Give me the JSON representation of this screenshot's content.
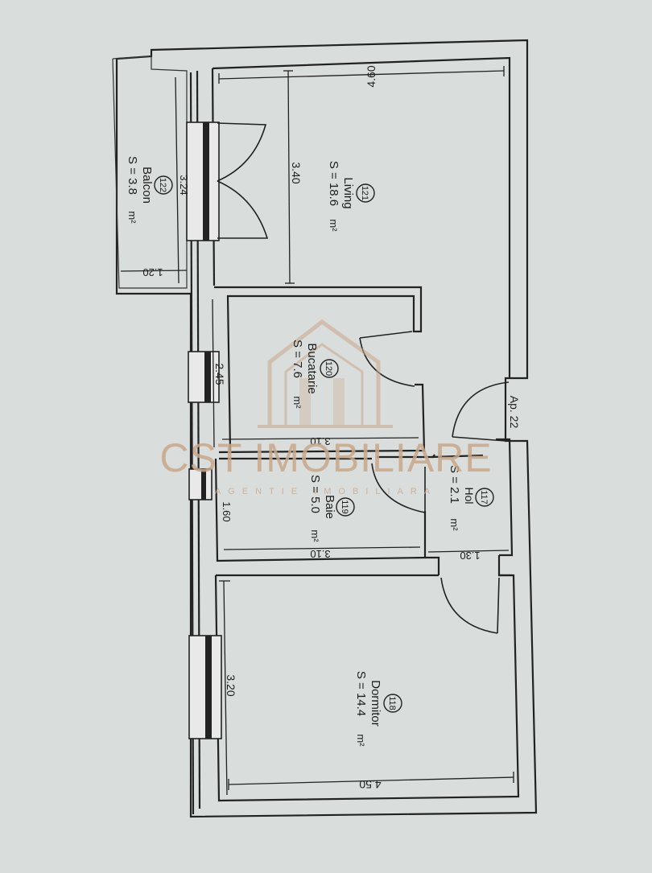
{
  "rooms": {
    "living": {
      "number": "121",
      "name": "Living",
      "area": "S = 18.6",
      "unit": "m²"
    },
    "balcon": {
      "number": "122",
      "name": "Balcon",
      "area": "S = 3.8",
      "unit": "m²"
    },
    "bucatarie": {
      "number": "120",
      "name": "Bucatarie",
      "area": "S = 7.6",
      "unit": "m²"
    },
    "baie": {
      "number": "119",
      "name": "Baie",
      "area": "S = 5.0",
      "unit": "m²"
    },
    "hol": {
      "number": "117",
      "name": "Hol",
      "area": "S = 2.1",
      "unit": "m²"
    },
    "dormitor": {
      "number": "118",
      "name": "Dormitor",
      "area": "S = 14.4",
      "unit": "m²"
    }
  },
  "dimensions": {
    "living_width": "4.60",
    "living_height": "3.40",
    "balcon_height": "3.24",
    "balcon_width": "1.20",
    "bucatarie_height": "2.45",
    "bucatarie_width": "3.10",
    "baie_height": "1.60",
    "baie_width": "3.10",
    "hol_width": "1.30",
    "dormitor_height": "3.20",
    "dormitor_width": "4.50"
  },
  "apartment_label": "Ap. 22",
  "watermark": {
    "brand": "CST IMOBILIARE",
    "tagline": "AGENTIE IMOBILIARA"
  }
}
